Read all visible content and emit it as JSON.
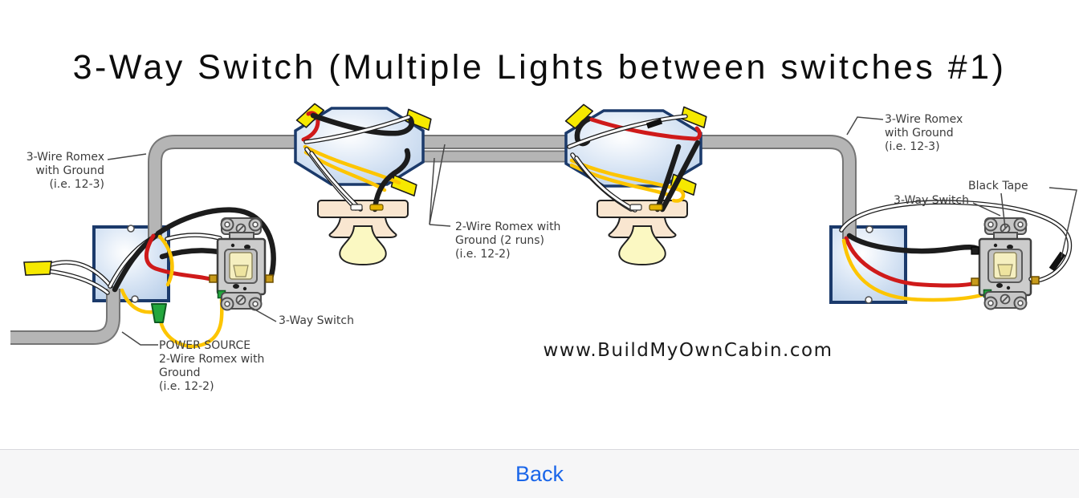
{
  "title": "3-Way Switch (Multiple Lights between switches #1)",
  "watermark": "www.BuildMyOwnCabin.com",
  "footer": {
    "back_label": "Back"
  },
  "colors": {
    "wire-black": "#1c1c1c",
    "wire-red": "#cf1a1a",
    "wire-yellow": "#fdc500",
    "conduit": "#b5b5b5",
    "conduit-edge": "#757575",
    "box-stroke": "#1b3a6b",
    "conn-yellow": "#f6e900",
    "ground-green": "#23a73d",
    "bulb": "#fbf8c2",
    "fixture": "#f9e6d0",
    "switch-body": "#cccccc",
    "toggle-cream": "#f5efc0",
    "label-ink": "#3c3c3c",
    "title-ink": "#0d0d0d",
    "back-blue": "#1a66e9",
    "footer-bg": "#f6f6f7",
    "footer-line": "#d9d9de"
  },
  "diagram": {
    "labels": {
      "left_romex": {
        "lines": [
          "3-Wire Romex",
          "with Ground",
          "(i.e. 12-3)"
        ]
      },
      "power_source": {
        "lines": [
          "POWER SOURCE",
          "2-Wire Romex with",
          "Ground",
          "(i.e. 12-2)"
        ]
      },
      "left_switch": "3-Way Switch",
      "middle_romex": {
        "lines": [
          "2-Wire Romex with",
          "Ground (2 runs)",
          "(i.e. 12-2)"
        ]
      },
      "right_romex": {
        "lines": [
          "3-Wire Romex",
          "with Ground",
          "(i.e. 12-3)"
        ]
      },
      "black_tape": "Black Tape",
      "right_switch": "3-Way Switch"
    }
  }
}
